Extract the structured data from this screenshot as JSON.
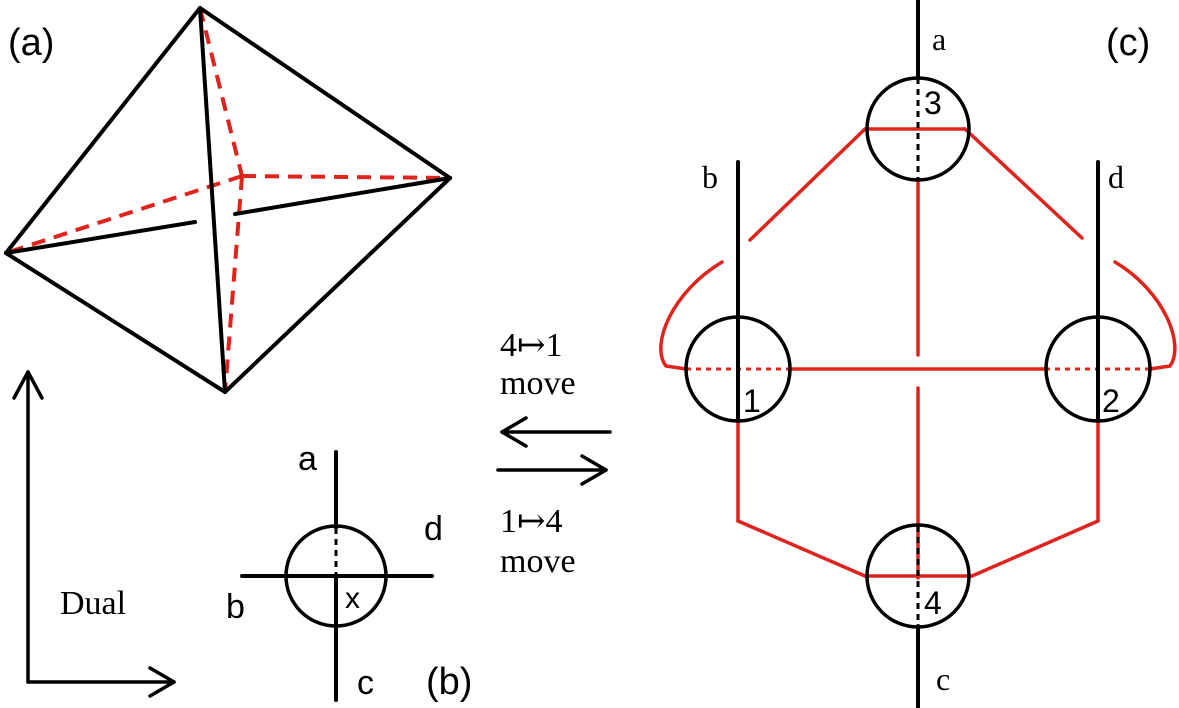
{
  "panels": {
    "a": {
      "label": "(a)"
    },
    "b": {
      "label": "(b)",
      "edges": {
        "a": "a",
        "b": "b",
        "c": "c",
        "d": "d"
      },
      "vertex": "x"
    },
    "c": {
      "label": "(c)",
      "edges": {
        "a": "a",
        "b": "b",
        "c": "c",
        "d": "d"
      },
      "vertices": [
        "3",
        "1",
        "2",
        "4"
      ]
    }
  },
  "dual_label": "Dual",
  "moves": {
    "left": {
      "expr": "4↦1",
      "word": "move"
    },
    "right": {
      "expr": "1↦4",
      "word": "move"
    }
  },
  "colors": {
    "black": "#000000",
    "red": "#e0231c"
  }
}
